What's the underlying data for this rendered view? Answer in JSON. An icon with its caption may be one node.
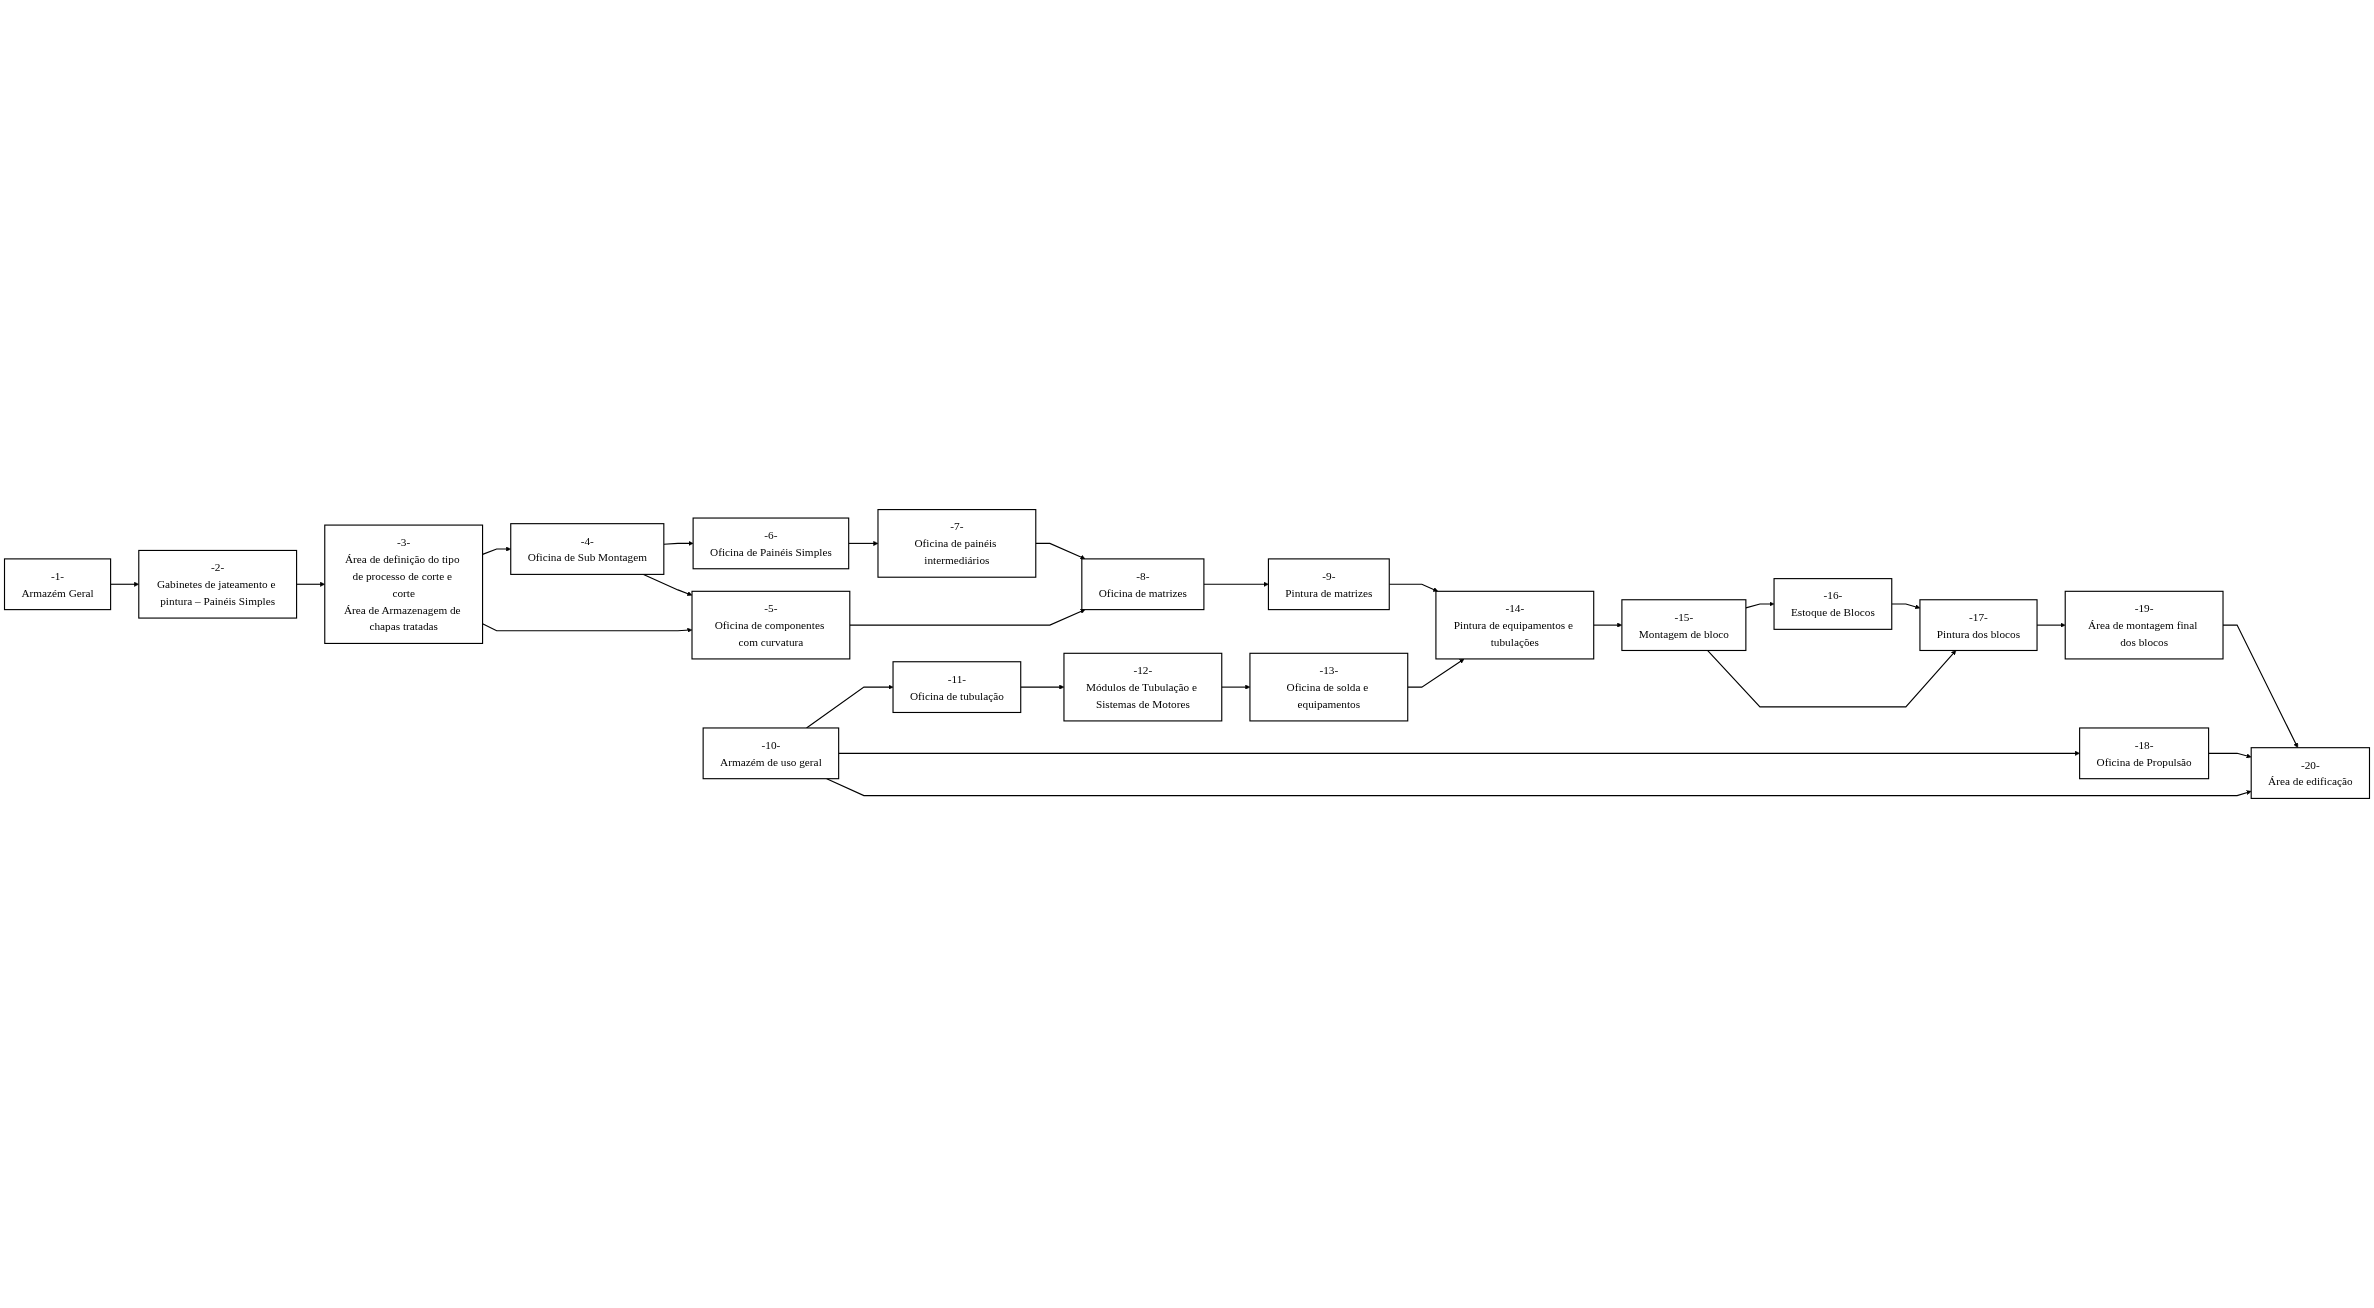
{
  "diagram": {
    "nodes": [
      {
        "text": [
          "-1-",
          "Armazém Geral"
        ]
      },
      {
        "text": [
          "-2-",
          "Gabinetes de jateamento e pintura – Painéis Simples"
        ]
      },
      {
        "text": [
          "-3-",
          "Área de definição do tipo de processo de corte e corte",
          "Área de Armazenagem de chapas tratadas"
        ]
      },
      {
        "text": [
          "-4-",
          "Oficina de Sub Montagem"
        ]
      },
      {
        "text": [
          "-5-",
          "Oficina de componentes com curvatura"
        ]
      },
      {
        "text": [
          "-6-",
          "Oficina de Painéis Simples"
        ]
      },
      {
        "text": [
          "-7-",
          "Oficina de painéis intermediários"
        ]
      },
      {
        "text": [
          "-8-",
          "Oficina de matrizes"
        ]
      },
      {
        "text": [
          "-9-",
          "Pintura de matrizes"
        ]
      },
      {
        "text": [
          "-10-",
          "Armazém de uso geral"
        ]
      },
      {
        "text": [
          "-11-",
          "Oficina de tubulação"
        ]
      },
      {
        "text": [
          "-12-",
          "Módulos de Tubulação e Sistemas de Motores"
        ]
      },
      {
        "text": [
          "-13-",
          "Oficina de solda e equipamentos"
        ]
      },
      {
        "text": [
          "-14-",
          "Pintura de equipamentos e tubulações"
        ]
      },
      {
        "text": [
          "-15-",
          "Montagem de bloco"
        ]
      },
      {
        "text": [
          "-16-",
          "Estoque de Blocos"
        ]
      },
      {
        "text": [
          "-17-",
          "Pintura dos blocos"
        ]
      },
      {
        "text": [
          "-18-",
          "Oficina de Propulsão"
        ]
      },
      {
        "text": [
          "-19-",
          "Área de montagem final dos blocos"
        ]
      },
      {
        "text": [
          "-20-",
          "Área de edificação"
        ]
      }
    ],
    "edges": [
      {
        "from": 0,
        "to": 1,
        "arrow": "to"
      },
      {
        "from": 1,
        "to": 2,
        "arrow": "to"
      },
      {
        "from": 2,
        "to": 3,
        "arrow": "to"
      },
      {
        "from": 2,
        "to": 4,
        "arrow": "to"
      },
      {
        "from": 3,
        "to": 5,
        "arrow": "to"
      },
      {
        "from": 3,
        "to": 4,
        "arrow": "to"
      },
      {
        "from": 5,
        "to": 6,
        "arrow": "to"
      },
      {
        "from": 6,
        "to": 7,
        "arrow": "to"
      },
      {
        "from": 4,
        "to": 7,
        "arrow": "to"
      },
      {
        "from": 7,
        "to": 8,
        "arrow": "to"
      },
      {
        "from": 8,
        "to": 13,
        "arrow": "to"
      },
      {
        "from": 9,
        "to": 10,
        "arrow": "to"
      },
      {
        "from": 10,
        "to": 11,
        "arrow": "to"
      },
      {
        "from": 11,
        "to": 12,
        "arrow": "to"
      },
      {
        "from": 12,
        "to": 13,
        "arrow": "to"
      },
      {
        "from": 13,
        "to": 14,
        "arrow": "to"
      },
      {
        "from": 14,
        "to": 15,
        "arrow": "to"
      },
      {
        "from": 14,
        "to": 16,
        "arrow": "to"
      },
      {
        "from": 15,
        "to": 16,
        "arrow": "to"
      },
      {
        "from": 16,
        "to": 18,
        "arrow": "to"
      },
      {
        "from": 18,
        "to": 19,
        "arrow": "to"
      },
      {
        "from": 9,
        "to": 17,
        "arrow": "to"
      },
      {
        "from": 9,
        "to": 19,
        "arrow": "to"
      },
      {
        "from": 17,
        "to": 19,
        "arrow": "to"
      }
    ]
  }
}
